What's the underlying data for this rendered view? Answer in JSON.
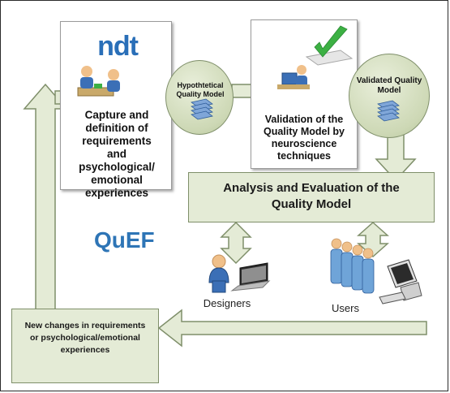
{
  "logo": {
    "text": "ndt"
  },
  "capture": {
    "text": "Capture and definition of requirements and psychological/ emotional experiences"
  },
  "hypothetical": {
    "text": "Hypothtetical Quality Model"
  },
  "validation": {
    "text": "Validation of the Quality Model by neuroscience techniques"
  },
  "validated": {
    "text": "Validated Quality Model"
  },
  "analysis": {
    "text": "Analysis and Evaluation of the Quality Model"
  },
  "brand": {
    "text": "QuEF",
    "color": "#2e75b6"
  },
  "designers": {
    "text": "Designers"
  },
  "users": {
    "text": "Users"
  },
  "changes": {
    "text": "New changes in requirements or psychological/emotional experiences"
  },
  "colors": {
    "panel": "#e4ebd6",
    "panel_border": "#7f8f6a",
    "checkmark": "#3cb043"
  }
}
